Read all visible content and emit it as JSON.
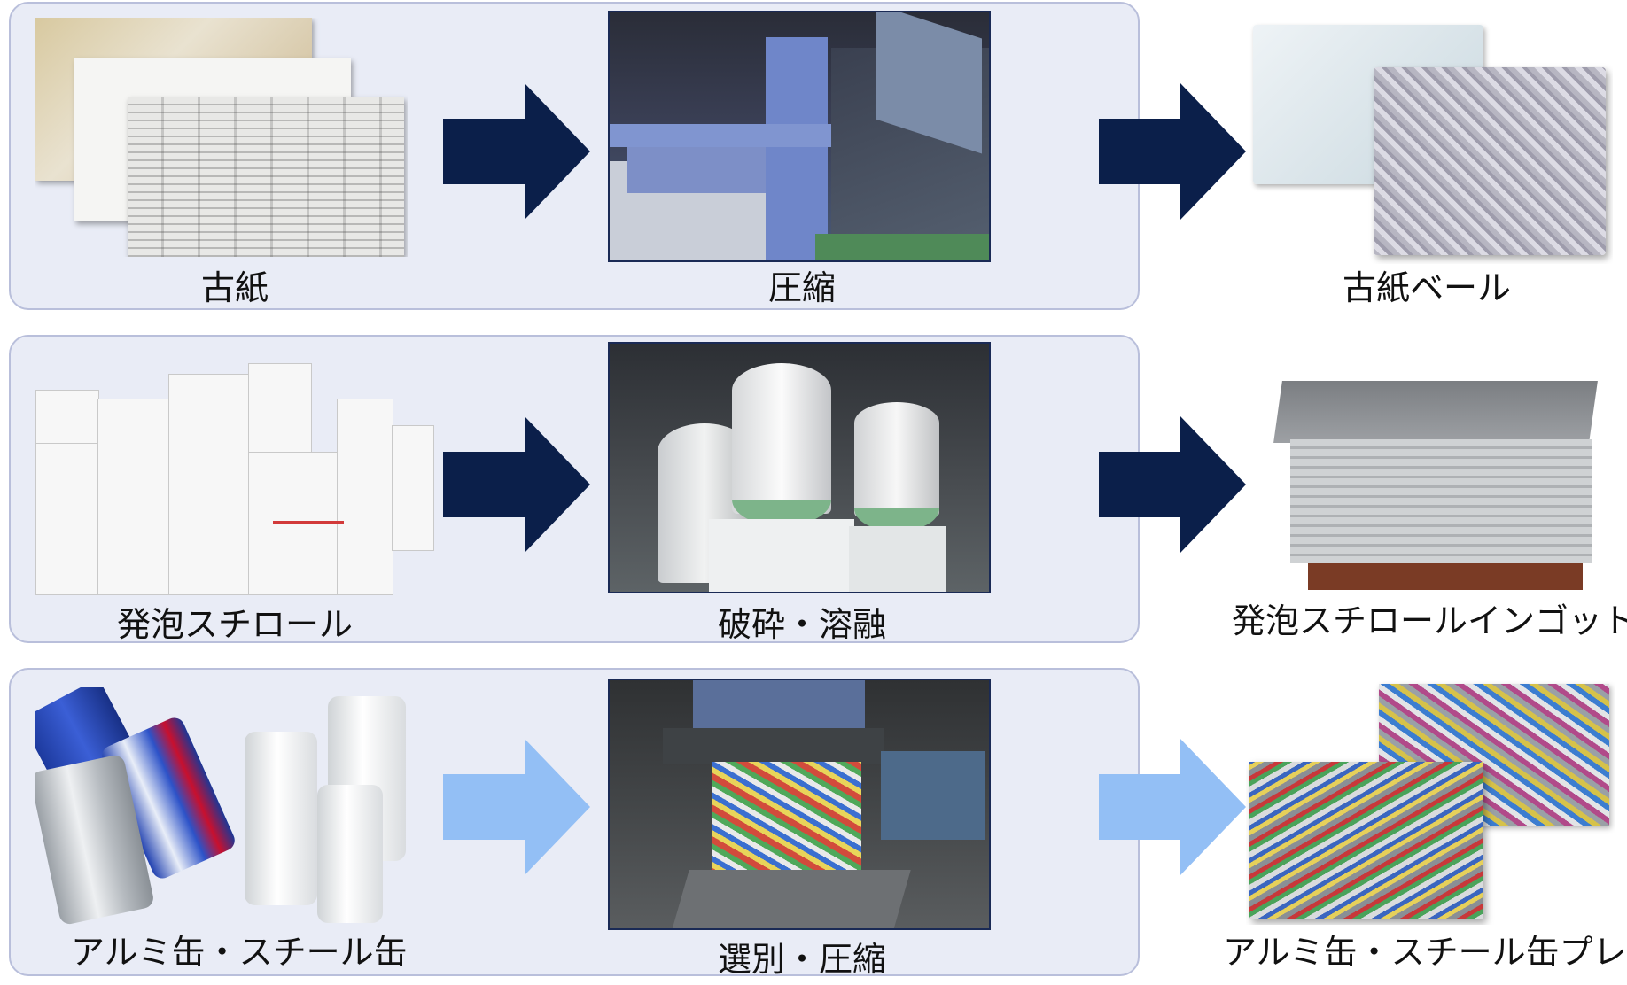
{
  "rows": [
    {
      "input_label": "古紙",
      "process_label": "圧縮",
      "output_label": "古紙ベール",
      "arrow_color": "#0b1f4a",
      "input_image": "wastepaper-pile",
      "process_image": "baling-machine",
      "output_image": "wastepaper-bales"
    },
    {
      "input_label": "発泡スチロール",
      "process_label": "破砕・溶融",
      "output_label": "発泡スチロールインゴット",
      "arrow_color": "#0b1f4a",
      "input_image": "styrofoam-boxes",
      "process_image": "melting-tanks",
      "output_image": "styrofoam-ingots"
    },
    {
      "input_label": "アルミ缶・スチール缶",
      "process_label": "選別・圧縮",
      "output_label": "アルミ缶・スチール缶プレス",
      "arrow_color": "#93bff5",
      "input_image": "aluminum-steel-cans",
      "process_image": "can-press-machine",
      "output_image": "pressed-can-blocks"
    }
  ],
  "colors": {
    "panel_fill": "#e9ecf6",
    "panel_border": "#b9bfdb",
    "dark_arrow": "#0b1f4a",
    "light_arrow": "#93bff5"
  }
}
